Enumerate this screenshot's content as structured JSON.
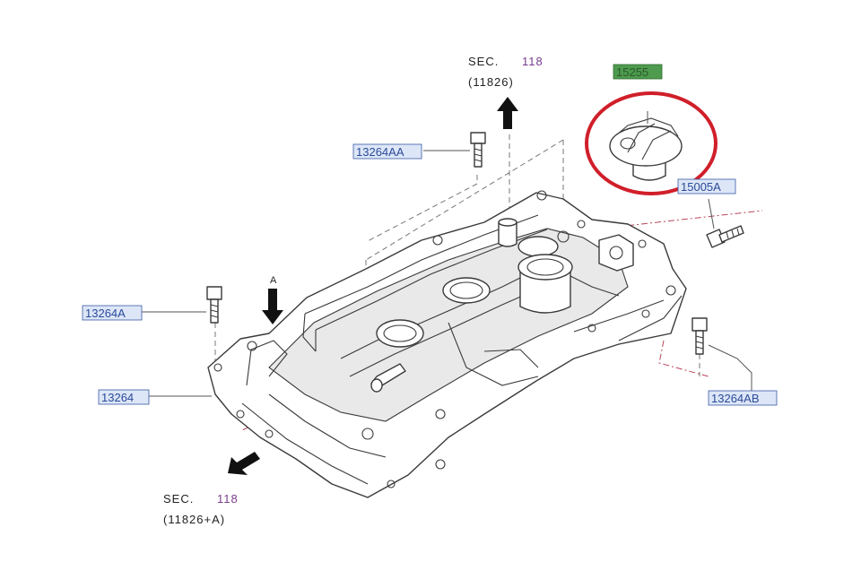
{
  "callouts": {
    "c13264AA": "13264AA",
    "c13264A": "13264A",
    "c13264": "13264",
    "c13264AB": "13264AB",
    "c15255": "15255",
    "c15005A": "15005A"
  },
  "sec_top": {
    "sec": "SEC.",
    "num": "118",
    "ref": "(11826)"
  },
  "sec_bottom": {
    "sec": "SEC.",
    "num": "118",
    "ref": "(11826+A)"
  },
  "view_letter": "A",
  "colors": {
    "callout_box": "#dce6f7",
    "callout_border": "#3b5aa6",
    "callout_text": "#2b4a9a",
    "highlight_box": "#4e9a4e",
    "highlight_circle": "#d01f2a"
  }
}
